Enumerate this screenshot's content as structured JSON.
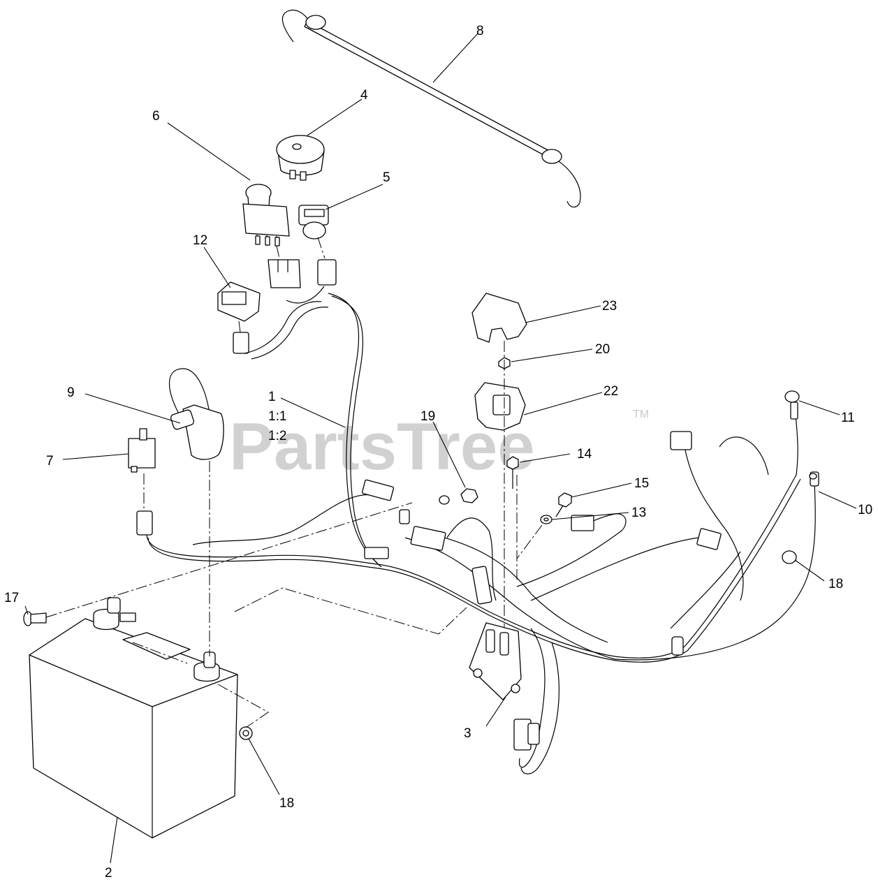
{
  "watermark": {
    "text": "PartsTree",
    "tm": "TM"
  },
  "callouts": {
    "c1": "1",
    "c1_1": "1:1",
    "c1_2": "1:2",
    "c2": "2",
    "c3": "3",
    "c4": "4",
    "c5": "5",
    "c6": "6",
    "c7": "7",
    "c8": "8",
    "c9": "9",
    "c10": "10",
    "c11": "11",
    "c12": "12",
    "c13": "13",
    "c14": "14",
    "c15": "15",
    "c17": "17",
    "c18a": "18",
    "c18b": "18",
    "c19": "19",
    "c20": "20",
    "c22": "22",
    "c23": "23"
  }
}
